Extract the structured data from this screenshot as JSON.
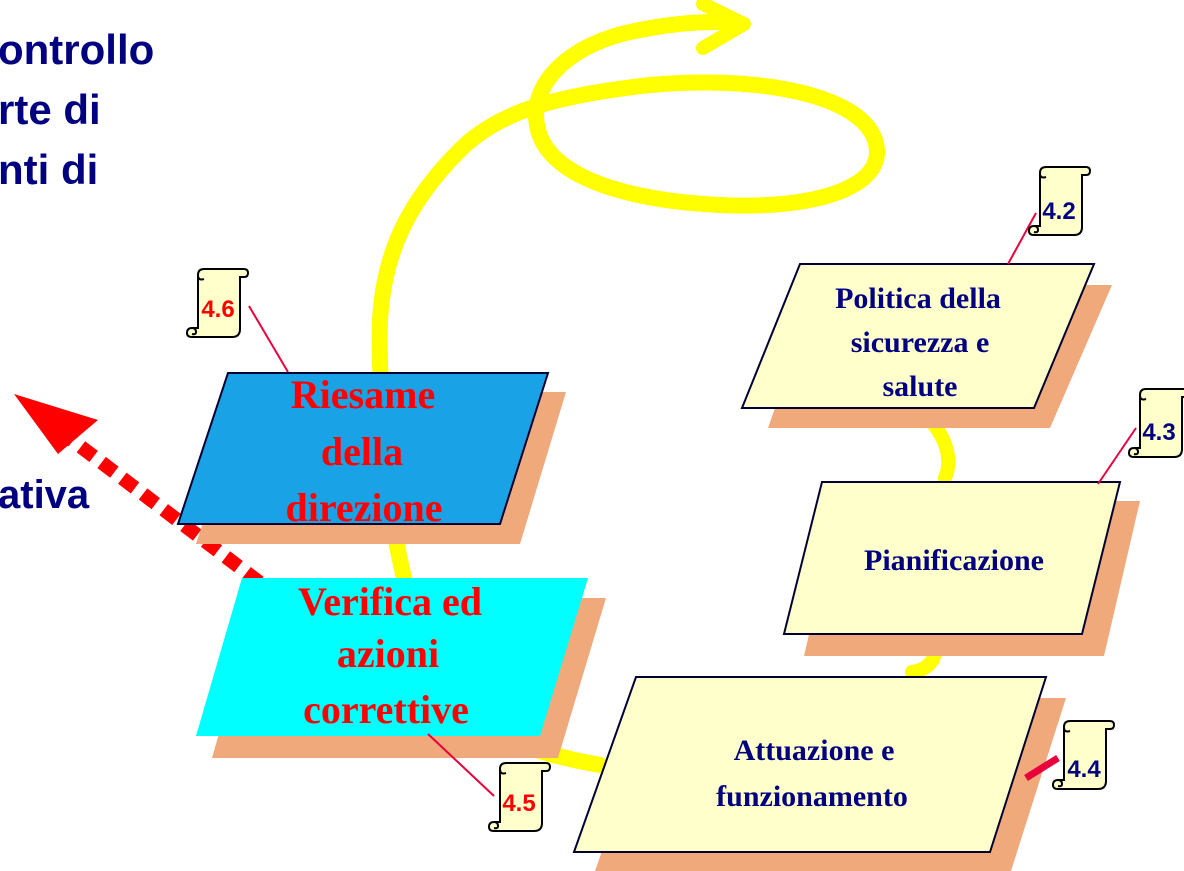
{
  "colors": {
    "spiral": "#ffff00",
    "arrow_dots": "#ff0000",
    "title_text": "#000080",
    "box_outline": "#000033",
    "box_shadow": "#f0a97a",
    "box_pale": "#ffffcc",
    "box_riesame": "#19a3e6",
    "box_verifica": "#00ffff",
    "label_red": "#ff0000",
    "label_navy": "#000080",
    "scroll_fill": "#ffffcc",
    "connector_line": "#e8003d"
  },
  "heading": {
    "line1": "ontrollo",
    "line2": "rte di",
    "line3": "nti di",
    "side_label": "ativa"
  },
  "boxes": {
    "politica": {
      "line1": "Politica della",
      "line2": "sicurezza e",
      "line3": "salute"
    },
    "pianificazione": {
      "line1": "Pianificazione"
    },
    "attuazione": {
      "line1": "Attuazione e",
      "line2": "funzionamento"
    },
    "verifica": {
      "line1": "Verifica ed",
      "line2": "azioni",
      "line3": "correttive"
    },
    "riesame": {
      "line1": "Riesame",
      "line2": "della",
      "line3": "direzione"
    }
  },
  "scrolls": {
    "s42": {
      "label": "4.2"
    },
    "s43": {
      "label": "4.3"
    },
    "s44": {
      "label": "4.4"
    },
    "s45": {
      "label": "4.5"
    },
    "s46": {
      "label": "4.6"
    }
  },
  "icons": {
    "spiral": "spiral-arrow-icon",
    "dotted_arrow": "dotted-arrow-icon",
    "scroll": "scroll-icon"
  }
}
